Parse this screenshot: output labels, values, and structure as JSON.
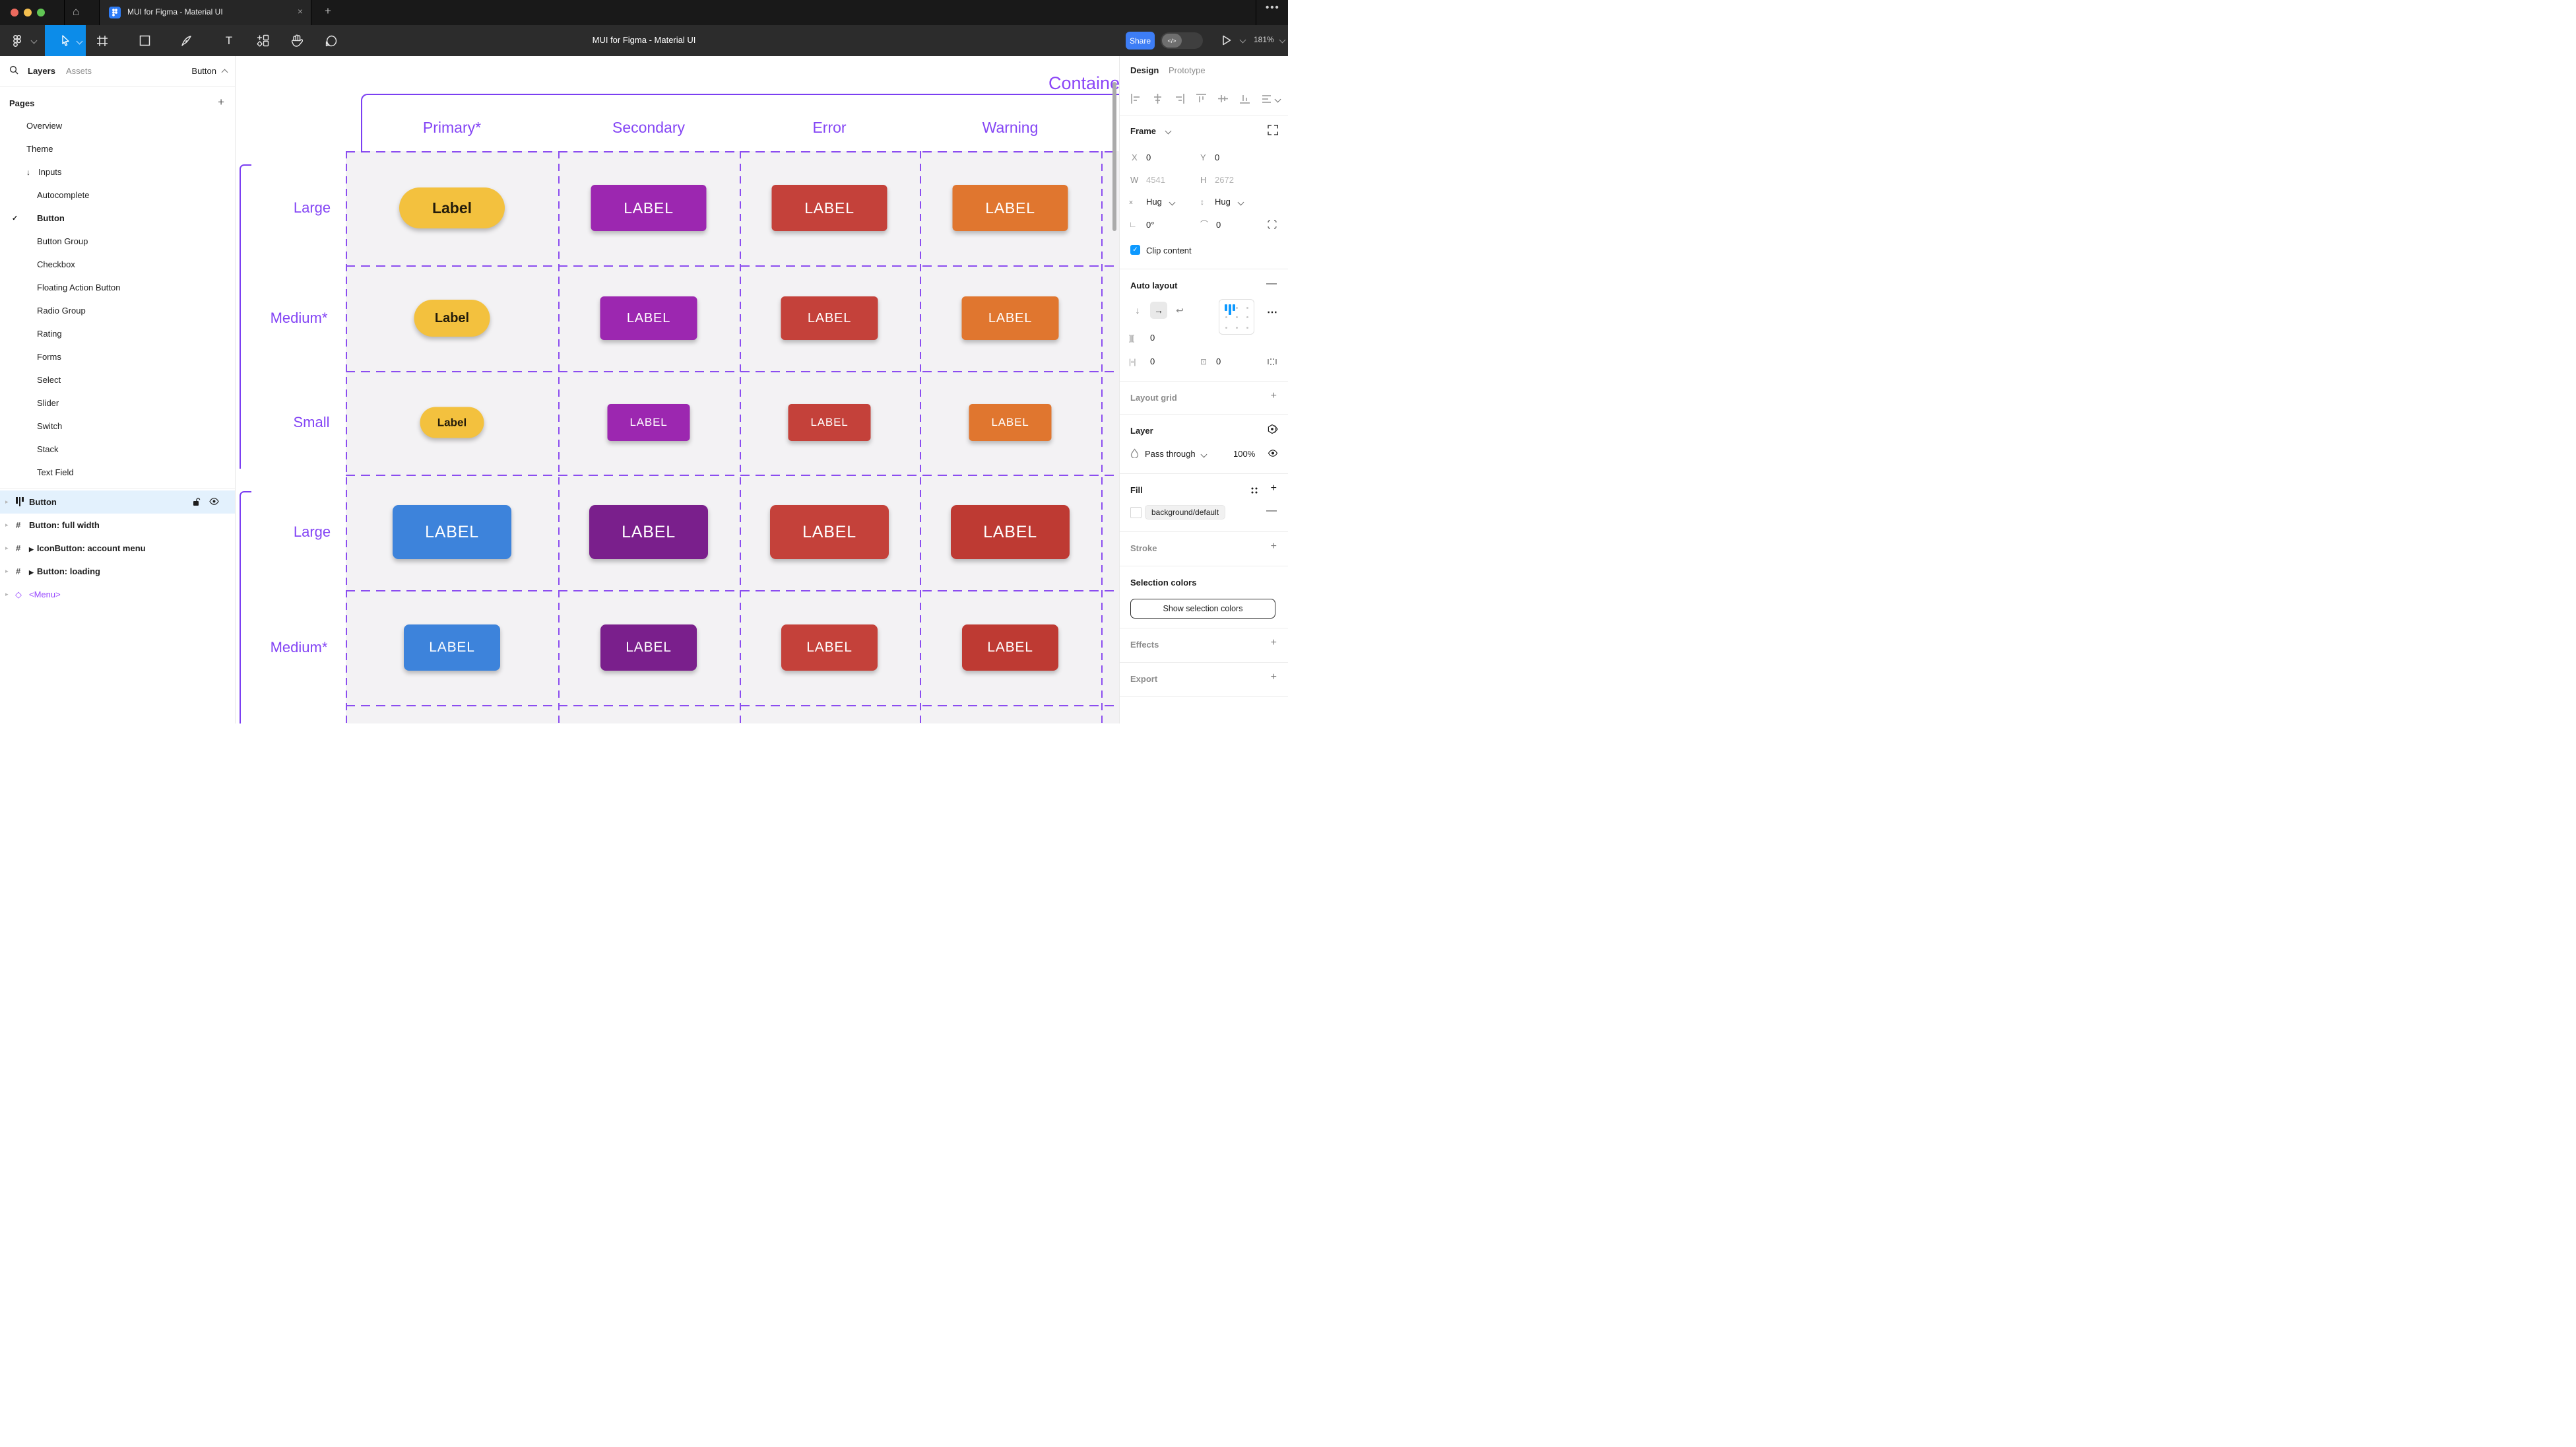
{
  "browser": {
    "tab_title": "MUI for Figma - Material UI",
    "close_label": "×",
    "new_tab_label": "+",
    "overflow_label": "•••"
  },
  "toolbar": {
    "doc_title": "MUI for Figma - Material UI",
    "share_label": "Share",
    "dev_toggle_label": "</>",
    "zoom_level": "181%",
    "tools": [
      "main-menu",
      "move",
      "frame",
      "rectangle",
      "pen",
      "text",
      "actions",
      "hand",
      "comment"
    ]
  },
  "left_panel": {
    "tabs": {
      "layers": "Layers",
      "assets": "Assets"
    },
    "page_selector": "Button",
    "pages_header": "Pages",
    "pages": [
      {
        "label": "Overview"
      },
      {
        "label": "Theme"
      },
      {
        "label": "Inputs",
        "arrow": "↓"
      },
      {
        "label": "Autocomplete"
      },
      {
        "label": "Button",
        "selected": true,
        "check": "✓"
      },
      {
        "label": "Button Group"
      },
      {
        "label": "Checkbox"
      },
      {
        "label": "Floating Action Button"
      },
      {
        "label": "Radio Group"
      },
      {
        "label": "Rating"
      },
      {
        "label": "Forms"
      },
      {
        "label": "Select"
      },
      {
        "label": "Slider"
      },
      {
        "label": "Switch"
      },
      {
        "label": "Stack"
      },
      {
        "label": "Text Field"
      }
    ],
    "layers": [
      {
        "label": "Button",
        "icon": "auto-layout",
        "selected": true
      },
      {
        "label": "Button: full width",
        "icon": "frame"
      },
      {
        "label": "IconButton: account menu",
        "icon": "frame",
        "component": true
      },
      {
        "label": "Button: loading",
        "icon": "frame",
        "component": true
      },
      {
        "label": "<Menu>",
        "icon": "instance-diamond",
        "purple": true
      }
    ]
  },
  "canvas": {
    "section_title": "Contained",
    "columns": [
      "Primary*",
      "Secondary",
      "Error",
      "Warning"
    ],
    "rows": [
      {
        "label": "Large",
        "buttons": [
          {
            "text": "Label",
            "variant": "primary-pill",
            "color": "#F3C13E",
            "text_color": "#241C0B"
          },
          {
            "text": "LABEL",
            "variant": "secondary",
            "color": "#9C27B0",
            "text_color": "#FFFFFF"
          },
          {
            "text": "LABEL",
            "variant": "error",
            "color": "#C4413A",
            "text_color": "#FFFFFF"
          },
          {
            "text": "LABEL",
            "variant": "warning",
            "color": "#E0762F",
            "text_color": "#FFFFFF"
          }
        ]
      },
      {
        "label": "Medium*",
        "buttons": [
          {
            "text": "Label",
            "variant": "primary-pill",
            "color": "#F3C13E",
            "text_color": "#241C0B"
          },
          {
            "text": "LABEL",
            "variant": "secondary",
            "color": "#9C27B0",
            "text_color": "#FFFFFF"
          },
          {
            "text": "LABEL",
            "variant": "error",
            "color": "#C4413A",
            "text_color": "#FFFFFF"
          },
          {
            "text": "LABEL",
            "variant": "warning",
            "color": "#E0762F",
            "text_color": "#FFFFFF"
          }
        ]
      },
      {
        "label": "Small",
        "buttons": [
          {
            "text": "Label",
            "variant": "primary-pill",
            "color": "#F3C13E",
            "text_color": "#241C0B"
          },
          {
            "text": "LABEL",
            "variant": "secondary",
            "color": "#9C27B0",
            "text_color": "#FFFFFF"
          },
          {
            "text": "LABEL",
            "variant": "error",
            "color": "#C4413A",
            "text_color": "#FFFFFF"
          },
          {
            "text": "LABEL",
            "variant": "warning",
            "color": "#E0762F",
            "text_color": "#FFFFFF"
          }
        ]
      },
      {
        "label": "Large",
        "buttons": [
          {
            "text": "LABEL",
            "variant": "primary-alt",
            "color": "#3D83DB",
            "text_color": "#FFFFFF"
          },
          {
            "text": "LABEL",
            "variant": "secondary-alt",
            "color": "#7A1F8C",
            "text_color": "#FFFFFF"
          },
          {
            "text": "LABEL",
            "variant": "error",
            "color": "#C4413A",
            "text_color": "#FFFFFF"
          },
          {
            "text": "LABEL",
            "variant": "warning-alt",
            "color": "#BE3A33",
            "text_color": "#FFFFFF"
          }
        ]
      },
      {
        "label": "Medium*",
        "buttons": [
          {
            "text": "LABEL",
            "variant": "primary-alt",
            "color": "#3D83DB",
            "text_color": "#FFFFFF"
          },
          {
            "text": "LABEL",
            "variant": "secondary-alt",
            "color": "#7A1F8C",
            "text_color": "#FFFFFF"
          },
          {
            "text": "LABEL",
            "variant": "error",
            "color": "#C4413A",
            "text_color": "#FFFFFF"
          },
          {
            "text": "LABEL",
            "variant": "warning-alt",
            "color": "#BE3A33",
            "text_color": "#FFFFFF"
          }
        ]
      }
    ],
    "accent_purple": "#8445F5"
  },
  "right_panel": {
    "tabs": {
      "design": "Design",
      "prototype": "Prototype"
    },
    "frame": {
      "title": "Frame",
      "x_label": "X",
      "x_value": "0",
      "y_label": "Y",
      "y_value": "0",
      "w_label": "W",
      "w_value": "4541",
      "h_label": "H",
      "h_value": "2672",
      "hug_w": "Hug",
      "hug_h": "Hug",
      "rotation": "0°",
      "corner_radius": "0",
      "clip_label": "Clip content"
    },
    "auto_layout": {
      "title": "Auto layout",
      "gap": "0",
      "padding_h": "0",
      "padding_v": "0"
    },
    "layout_grid": {
      "title": "Layout grid"
    },
    "layer": {
      "title": "Layer",
      "blend_mode": "Pass through",
      "opacity": "100%"
    },
    "fill": {
      "title": "Fill",
      "token": "background/default"
    },
    "stroke": {
      "title": "Stroke"
    },
    "selection_colors": {
      "title": "Selection colors",
      "button_label": "Show selection colors"
    },
    "effects": {
      "title": "Effects"
    },
    "export": {
      "title": "Export"
    },
    "accent_blue": "#0D99FF"
  }
}
